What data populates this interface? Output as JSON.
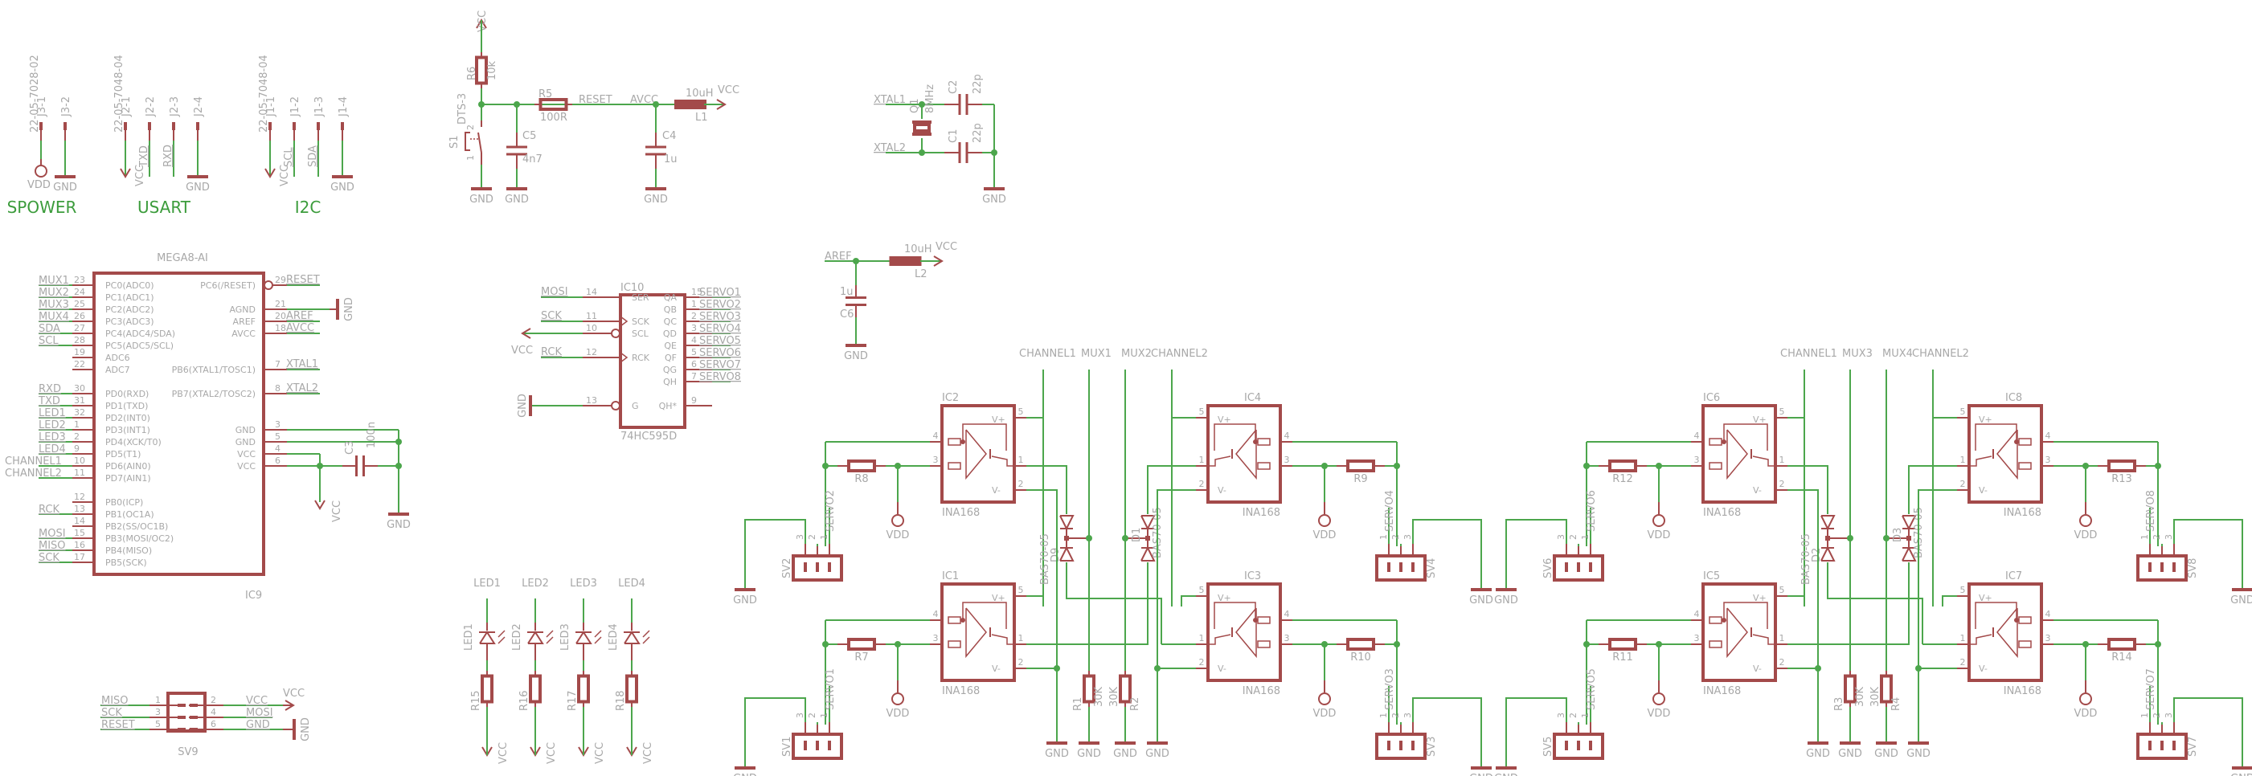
{
  "colors": {
    "wire": "#4ca64c",
    "part": "#a34a4a",
    "label": "#a8a8a8",
    "title": "#3c9c3c",
    "background": "#ffffff"
  },
  "connectors": {
    "spower": {
      "title": "SPOWER",
      "part": "22-05-7028-02",
      "pins": [
        "J3-1",
        "J3-2"
      ],
      "nets": [
        "VDD",
        "GND"
      ]
    },
    "usart": {
      "title": "USART",
      "part": "22-05-7048-04",
      "pins": [
        "J2-1",
        "J2-2",
        "J2-3",
        "J2-4"
      ],
      "nets": [
        "VCC",
        "TXD",
        "RXD",
        "GND"
      ]
    },
    "i2c": {
      "title": "I2C",
      "part": "22-05-7048-04",
      "pins": [
        "J1-1",
        "J1-2",
        "J1-3",
        "J1-4"
      ],
      "nets": [
        "VCC",
        "SCL",
        "SDA",
        "GND"
      ]
    }
  },
  "reset_circuit": {
    "vcc": "VCC",
    "gnd": "GND",
    "r6": {
      "name": "R6",
      "value": "10k"
    },
    "r5": {
      "name": "R5",
      "value": "100R"
    },
    "c5": {
      "name": "C5",
      "value": "4n7"
    },
    "s1": {
      "name": "S1",
      "value": "DTS-3",
      "pin1": "1",
      "pin2": "2"
    },
    "net_reset": "RESET"
  },
  "avcc_filter": {
    "net_in": "AVCC",
    "l1": {
      "name": "L1",
      "value": "10uH"
    },
    "c4": {
      "name": "C4",
      "value": "1u"
    },
    "vcc": "VCC",
    "gnd": "GND"
  },
  "crystal": {
    "xtal1": "XTAL1",
    "xtal2": "XTAL2",
    "q1": {
      "name": "Q1",
      "value": "8MHz"
    },
    "c2": {
      "name": "C2",
      "value": "22p"
    },
    "c1": {
      "name": "C1",
      "value": "22p"
    },
    "gnd": "GND"
  },
  "aref_filter": {
    "net_in": "AREF",
    "l2": {
      "name": "L2",
      "value": "10uH"
    },
    "c6": {
      "name": "C6",
      "value": "1u"
    },
    "vcc": "VCC",
    "gnd": "GND"
  },
  "mcu": {
    "name": "IC9",
    "value": "MEGA8-AI",
    "left_pins": [
      {
        "net": "MUX1",
        "num": "23",
        "label": "PC0(ADC0)"
      },
      {
        "net": "MUX2",
        "num": "24",
        "label": "PC1(ADC1)"
      },
      {
        "net": "MUX3",
        "num": "25",
        "label": "PC2(ADC2)"
      },
      {
        "net": "MUX4",
        "num": "26",
        "label": "PC3(ADC3)"
      },
      {
        "net": "SDA",
        "num": "27",
        "label": "PC4(ADC4/SDA)"
      },
      {
        "net": "SCL",
        "num": "28",
        "label": "PC5(ADC5/SCL)"
      },
      {
        "net": "",
        "num": "19",
        "label": "ADC6"
      },
      {
        "net": "",
        "num": "22",
        "label": "ADC7"
      },
      {
        "gap": true
      },
      {
        "net": "RXD",
        "num": "30",
        "label": "PD0(RXD)"
      },
      {
        "net": "TXD",
        "num": "31",
        "label": "PD1(TXD)"
      },
      {
        "net": "LED1",
        "num": "32",
        "label": "PD2(INT0)"
      },
      {
        "net": "LED2",
        "num": "1",
        "label": "PD3(INT1)"
      },
      {
        "net": "LED3",
        "num": "2",
        "label": "PD4(XCK/T0)"
      },
      {
        "net": "LED4",
        "num": "9",
        "label": "PD5(T1)"
      },
      {
        "net": "CHANNEL1",
        "num": "10",
        "label": "PD6(AIN0)"
      },
      {
        "net": "CHANNEL2",
        "num": "11",
        "label": "PD7(AIN1)"
      },
      {
        "gap": true
      },
      {
        "net": "",
        "num": "12",
        "label": "PB0(ICP)"
      },
      {
        "net": "RCK",
        "num": "13",
        "label": "PB1(OC1A)"
      },
      {
        "net": "",
        "num": "14",
        "label": "PB2(SS/OC1B)"
      },
      {
        "net": "MOSI",
        "num": "15",
        "label": "PB3(MOSI/OC2)"
      },
      {
        "net": "MISO",
        "num": "16",
        "label": "PB4(MISO)"
      },
      {
        "net": "SCK",
        "num": "17",
        "label": "PB5(SCK)"
      }
    ],
    "right_pins": [
      {
        "row": 0,
        "num": "29",
        "label": "PC6(/RESET)",
        "net": "RESET",
        "inverted": true
      },
      {
        "row": 2,
        "num": "21",
        "label": "AGND",
        "net": "GND"
      },
      {
        "row": 3,
        "num": "20",
        "label": "AREF",
        "net": "AREF"
      },
      {
        "row": 4,
        "num": "18",
        "label": "AVCC",
        "net": "AVCC"
      },
      {
        "row": 7,
        "num": "7",
        "label": "PB6(XTAL1/TOSC1)",
        "net": "XTAL1"
      },
      {
        "row": 9,
        "num": "8",
        "label": "PB7(XTAL2/TOSC2)",
        "net": "XTAL2"
      },
      {
        "row": 12,
        "num": "3",
        "label": "GND",
        "net": ""
      },
      {
        "row": 13,
        "num": "5",
        "label": "GND",
        "net": ""
      },
      {
        "row": 14,
        "num": "4",
        "label": "VCC",
        "net": ""
      },
      {
        "row": 15,
        "num": "6",
        "label": "VCC",
        "net": ""
      }
    ],
    "decoupling": {
      "name": "C3",
      "value": "100n",
      "vcc": "VCC",
      "gnd": "GND"
    }
  },
  "shift_register": {
    "name": "IC10",
    "value": "74HC595D",
    "inputs": [
      {
        "net": "MOSI",
        "num": "14",
        "label": "SER"
      },
      {
        "net": "SCK",
        "num": "11",
        "label": "SCK",
        "clock": true
      },
      {
        "net": "VCC",
        "num": "10",
        "label": "SCL",
        "inverted": true
      },
      {
        "net": "RCK",
        "num": "12",
        "label": "RCK",
        "clock": true
      },
      {
        "net": "GND",
        "num": "13",
        "label": "G",
        "inverted": true
      }
    ],
    "outputs": [
      {
        "num": "15",
        "label": "QA",
        "net": "SERVO1"
      },
      {
        "num": "1",
        "label": "QB",
        "net": "SERVO2"
      },
      {
        "num": "2",
        "label": "QC",
        "net": "SERVO3"
      },
      {
        "num": "3",
        "label": "QD",
        "net": "SERVO4"
      },
      {
        "num": "4",
        "label": "QE",
        "net": "SERVO5"
      },
      {
        "num": "5",
        "label": "QF",
        "net": "SERVO6"
      },
      {
        "num": "6",
        "label": "QG",
        "net": "SERVO7"
      },
      {
        "num": "7",
        "label": "QH",
        "net": "SERVO8"
      },
      {
        "num": "9",
        "label": "QH*",
        "net": ""
      }
    ]
  },
  "leds": [
    {
      "net": "LED1",
      "led": "LED1",
      "resistor": "R15",
      "supply": "VCC"
    },
    {
      "net": "LED2",
      "led": "LED2",
      "resistor": "R16",
      "supply": "VCC"
    },
    {
      "net": "LED3",
      "led": "LED3",
      "resistor": "R17",
      "supply": "VCC"
    },
    {
      "net": "LED4",
      "led": "LED4",
      "resistor": "R18",
      "supply": "VCC"
    }
  ],
  "isp": {
    "name": "SV9",
    "left": [
      {
        "net": "MISO",
        "num": "1"
      },
      {
        "net": "SCK",
        "num": "3"
      },
      {
        "net": "RESET",
        "num": "5"
      }
    ],
    "right": [
      {
        "net": "VCC",
        "num": "2"
      },
      {
        "net": "MOSI",
        "num": "4"
      },
      {
        "net": "GND",
        "num": "6"
      }
    ],
    "vcc": "VCC",
    "gnd": "GND"
  },
  "sense_common": {
    "value": "INA168",
    "vplus": "V+",
    "vminus": "V-",
    "vdd": "VDD",
    "gnd": "GND",
    "diode_value": "BAS70-05",
    "pulldown_value": "30K",
    "pin_labels": {
      "p1": "1",
      "p2": "2",
      "p3": "3",
      "p4": "4",
      "p5": "5"
    },
    "header_pins": [
      "1",
      "2",
      "3"
    ]
  },
  "sense_blocks": [
    {
      "nets": [
        "CHANNEL1",
        "MUX1",
        "MUX2",
        "CHANNEL2"
      ],
      "top_left": {
        "ic": "IC2",
        "r": "R8",
        "servo": "SERVO2",
        "sv": "SV2"
      },
      "bot_left": {
        "ic": "IC1",
        "r": "R7",
        "servo": "SERVO1",
        "sv": "SV1"
      },
      "top_right": {
        "ic": "IC4",
        "r": "R9",
        "servo": "SERVO4",
        "sv": "SV4"
      },
      "bot_right": {
        "ic": "IC3",
        "r": "R10",
        "servo": "SERVO3",
        "sv": "SV3"
      },
      "diodes": [
        "D9",
        "D1"
      ],
      "pulldowns": [
        "R1",
        "R2"
      ]
    },
    {
      "nets": [
        "CHANNEL1",
        "MUX3",
        "MUX4",
        "CHANNEL2"
      ],
      "top_left": {
        "ic": "IC6",
        "r": "R12",
        "servo": "SERVO6",
        "sv": "SV6"
      },
      "bot_left": {
        "ic": "IC5",
        "r": "R11",
        "servo": "SERVO5",
        "sv": "SV5"
      },
      "top_right": {
        "ic": "IC8",
        "r": "R13",
        "servo": "SERVO8",
        "sv": "SV8"
      },
      "bot_right": {
        "ic": "IC7",
        "r": "R14",
        "servo": "SERVO7",
        "sv": "SV7"
      },
      "diodes": [
        "D2",
        "D3"
      ],
      "pulldowns": [
        "R3",
        "R4"
      ]
    }
  ]
}
